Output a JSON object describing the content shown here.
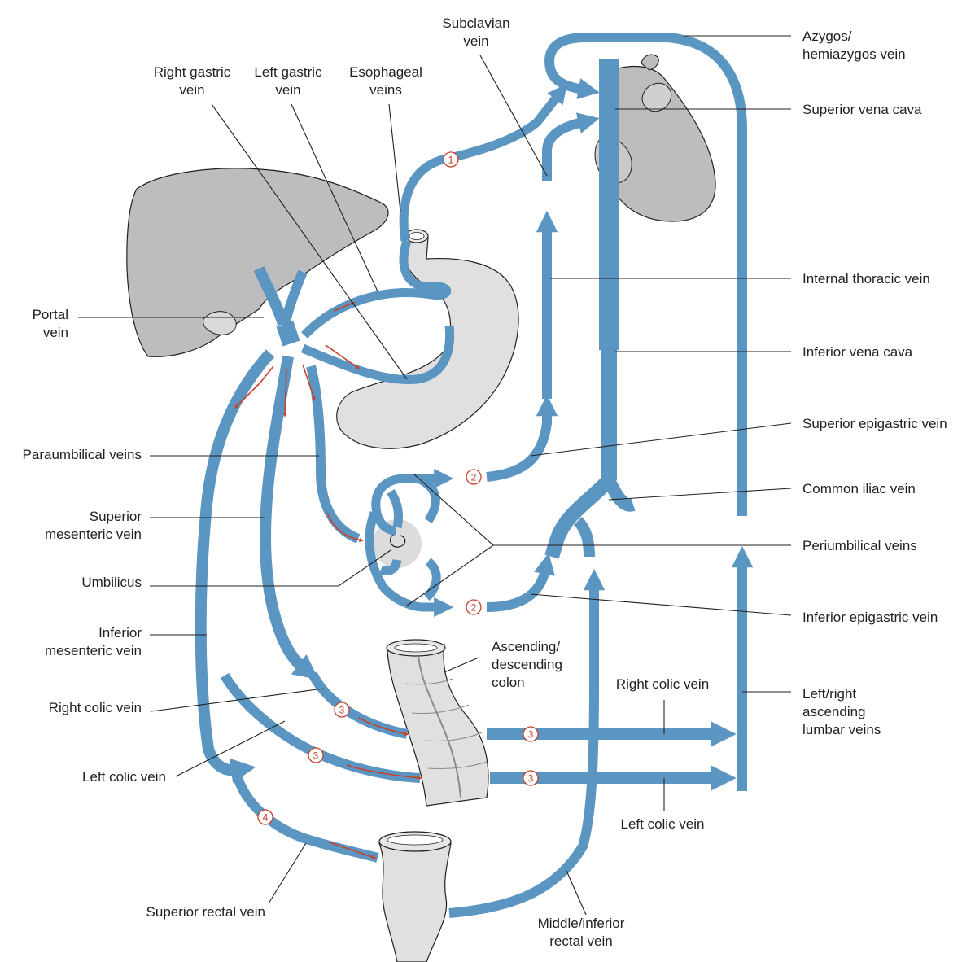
{
  "colors": {
    "vein": "#5b96c2",
    "organ": "#bdbdbd",
    "organ_stroke": "#231f20",
    "flow_arrow": "#c8412b",
    "text": "#231f20"
  },
  "labels": {
    "subclavian": [
      "Subclavian",
      "vein"
    ],
    "azygos": [
      "Azygos/",
      "hemiazygos vein"
    ],
    "right_gastric": [
      "Right gastric",
      "vein"
    ],
    "left_gastric": [
      "Left gastric",
      "vein"
    ],
    "esophageal": [
      "Esophageal",
      "veins"
    ],
    "superior_vena_cava": [
      "Superior vena cava"
    ],
    "portal": [
      "Portal",
      "vein"
    ],
    "internal_thoracic": [
      "Internal thoracic vein"
    ],
    "inferior_vena_cava": [
      "Inferior vena cava"
    ],
    "superior_epigastric": [
      "Superior epigastric vein"
    ],
    "paraumbilical": [
      "Paraumbilical veins"
    ],
    "common_iliac": [
      "Common iliac vein"
    ],
    "superior_mesenteric": [
      "Superior",
      "mesenteric vein"
    ],
    "periumbilical": [
      "Periumbilical veins"
    ],
    "umbilicus": [
      "Umbilicus"
    ],
    "inferior_epigastric": [
      "Inferior epigastric vein"
    ],
    "inferior_mesenteric": [
      "Inferior",
      "mesenteric vein"
    ],
    "colon": [
      "Ascending/",
      "descending",
      "colon"
    ],
    "right_colic_center": [
      "Right colic vein"
    ],
    "right_colic_left": [
      "Right colic vein"
    ],
    "lumbar": [
      "Left/right",
      "ascending",
      "lumbar veins"
    ],
    "left_colic_left": [
      "Left colic vein"
    ],
    "left_colic_center": [
      "Left colic vein"
    ],
    "superior_rectal": [
      "Superior rectal vein"
    ],
    "middle_inferior_rectal": [
      "Middle/inferior",
      "rectal vein"
    ]
  },
  "anastomosis_markers": {
    "m1": "1",
    "m2a": "2",
    "m2b": "2",
    "m3a": "3",
    "m3b": "3",
    "m3c": "3",
    "m3d": "3",
    "m4": "4"
  },
  "icons": {
    "liver": "liver-organ",
    "stomach": "stomach-organ",
    "heart": "heart-organ",
    "colon": "colon-segment",
    "rectum": "rectum-organ",
    "umbilicus": "umbilicus"
  }
}
